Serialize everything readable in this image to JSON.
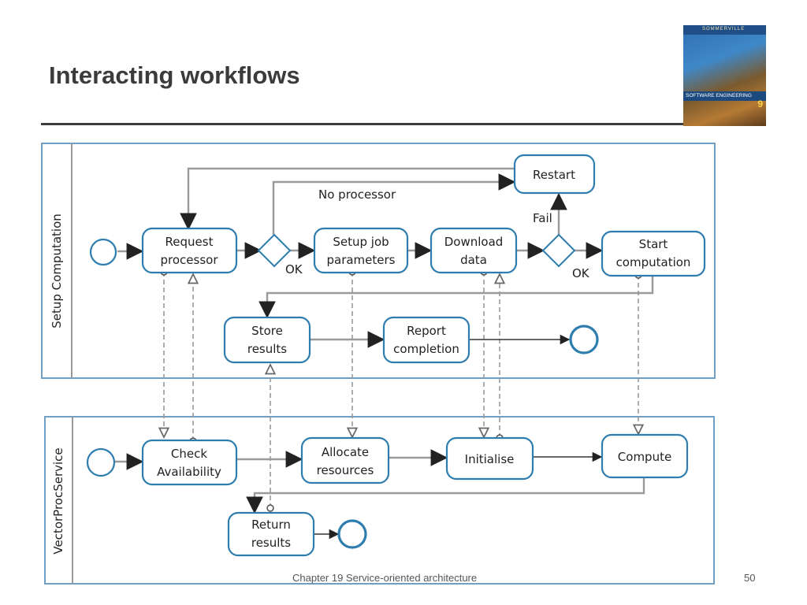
{
  "slide": {
    "title": "Interacting workflows",
    "footer": "Chapter 19 Service-oriented architecture",
    "page_number": "50"
  },
  "book_cover": {
    "top_text": "SOMMERVILLE",
    "band_text": "SOFTWARE ENGINEERING",
    "edition": "9"
  },
  "diagram": {
    "pools": {
      "setup": "Setup Computation",
      "vector": "VectorProcService"
    },
    "tasks": {
      "request_line1": "Request",
      "request_line2": "processor",
      "setup_line1": "Setup job",
      "setup_line2": "parameters",
      "download_line1": "Download",
      "download_line2": "data",
      "start_line1": "Start",
      "start_line2": "computation",
      "restart": "Restart",
      "store_line1": "Store",
      "store_line2": "results",
      "report_line1": "Report",
      "report_line2": "completion",
      "check_line1": "Check",
      "check_line2": "Availability",
      "allocate_line1": "Allocate",
      "allocate_line2": "resources",
      "initialise": "Initialise",
      "compute": "Compute",
      "return_line1": "Return",
      "return_line2": "results"
    },
    "labels": {
      "no_processor": "No processor",
      "ok1": "OK",
      "ok2": "OK",
      "fail": "Fail"
    }
  },
  "colors": {
    "task_border": "#2d7dae",
    "flow": "#9a9a9a",
    "title": "#3b3b3b"
  }
}
